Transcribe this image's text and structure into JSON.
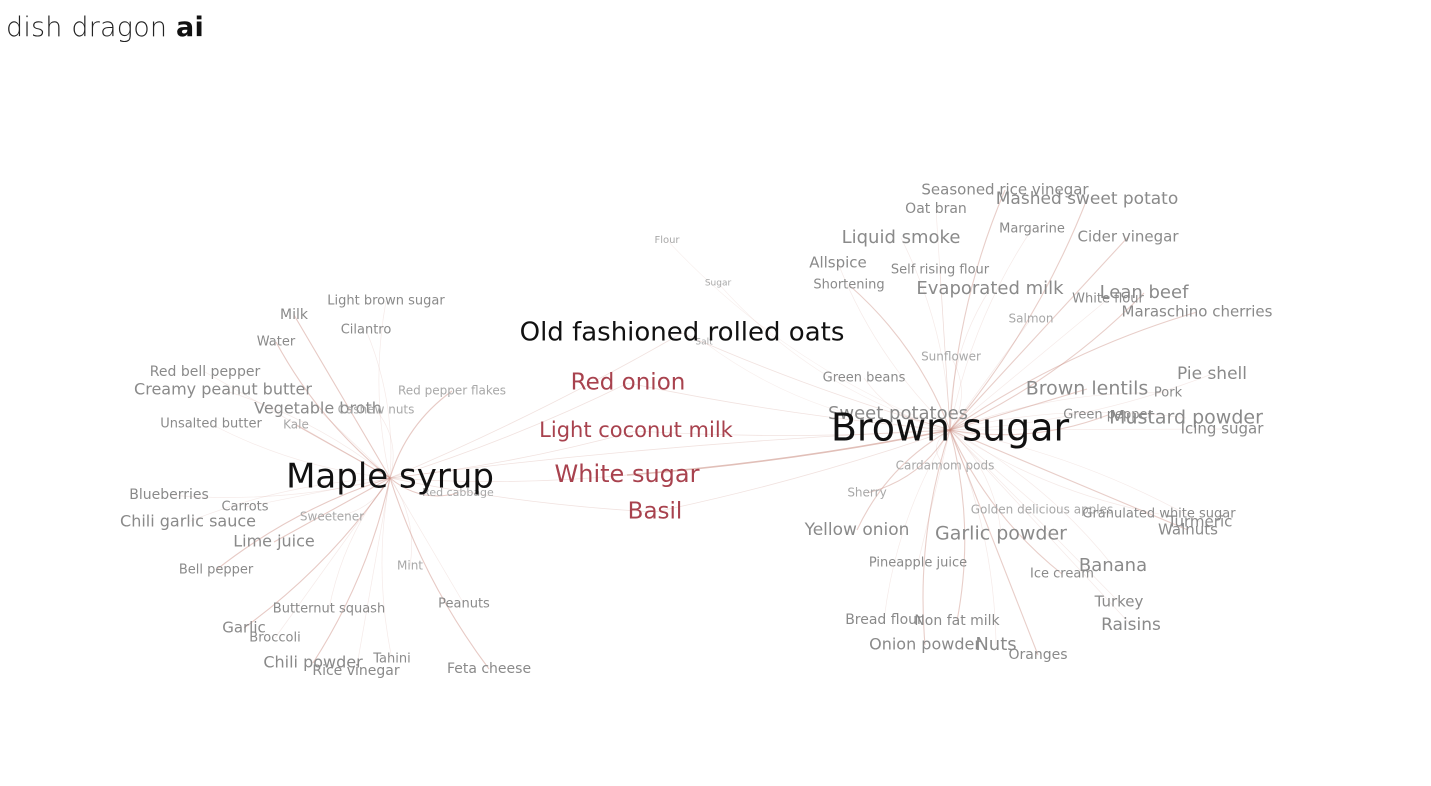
{
  "brand": {
    "name": "dish dragon",
    "suffix": "ai"
  },
  "colors": {
    "hub": "#111111",
    "bridge": "#a8424e",
    "leaf": "#8a8a8a",
    "leaf_faint": "#a8a8a8",
    "edge": "#c98a7e"
  },
  "graph": {
    "hubs": [
      {
        "id": "maple",
        "label": "Maple syrup"
      },
      {
        "id": "brown",
        "label": "Brown sugar"
      }
    ],
    "bridges": [
      {
        "label": "Old fashioned rolled oats",
        "dark": true
      },
      {
        "label": "Red onion"
      },
      {
        "label": "Light coconut milk"
      },
      {
        "label": "White sugar"
      },
      {
        "label": "Basil"
      }
    ],
    "maple_neighbors": [
      "Light brown sugar",
      "Milk",
      "Cilantro",
      "Water",
      "Red bell pepper",
      "Creamy peanut butter",
      "Red pepper flakes",
      "Vegetable broth",
      "Cashew nuts",
      "Unsalted butter",
      "Kale",
      "Red cabbage",
      "Blueberries",
      "Carrots",
      "Chili garlic sauce",
      "Sweetener",
      "Lime juice",
      "Bell pepper",
      "Mint",
      "Peanuts",
      "Butternut squash",
      "Garlic",
      "Broccoli",
      "Tahini",
      "Chili powder",
      "Rice vinegar",
      "Feta cheese"
    ],
    "brown_neighbors": [
      "Seasoned rice vinegar",
      "Oat bran",
      "Mashed sweet potato",
      "Margarine",
      "Cider vinegar",
      "Liquid smoke",
      "Allspice",
      "Self rising flour",
      "Shortening",
      "Evaporated milk",
      "White flour",
      "Lean beef",
      "Maraschino cherries",
      "Salmon",
      "Sunflower",
      "Green beans",
      "Brown lentils",
      "Pie shell",
      "Pork",
      "Sweet potatoes",
      "Green pepper",
      "Mustard powder",
      "Icing sugar",
      "Cardamom pods",
      "Sherry",
      "Golden delicious apples",
      "Granulated white sugar",
      "Turmeric",
      "Walnuts",
      "Yellow onion",
      "Garlic powder",
      "Pineapple juice",
      "Ice cream",
      "Banana",
      "Turkey",
      "Bread flour",
      "Non fat milk",
      "Raisins",
      "Onion powder",
      "Nuts",
      "Oranges"
    ],
    "loose": [
      "Flour",
      "Sugar",
      "Salt"
    ]
  }
}
